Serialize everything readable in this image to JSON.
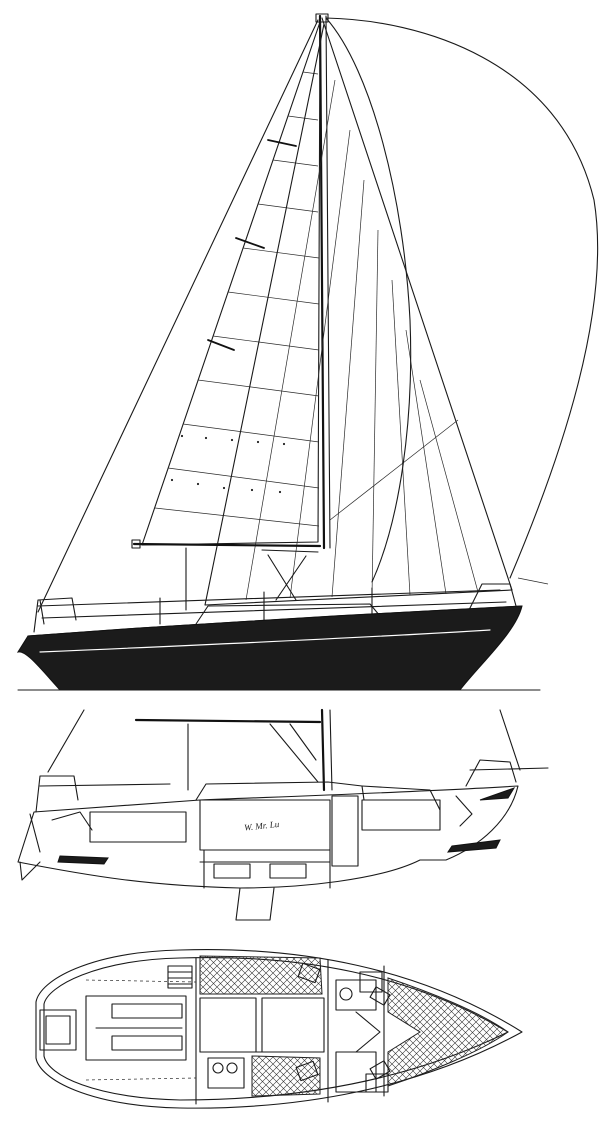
{
  "interior_label": "W. Mr. Lu",
  "views": [
    "sail-plan",
    "profile-section",
    "accommodation-plan"
  ],
  "colors": {
    "ink": "#1a1a1a",
    "hull": "#1b1b1b",
    "paper": "#ffffff"
  }
}
